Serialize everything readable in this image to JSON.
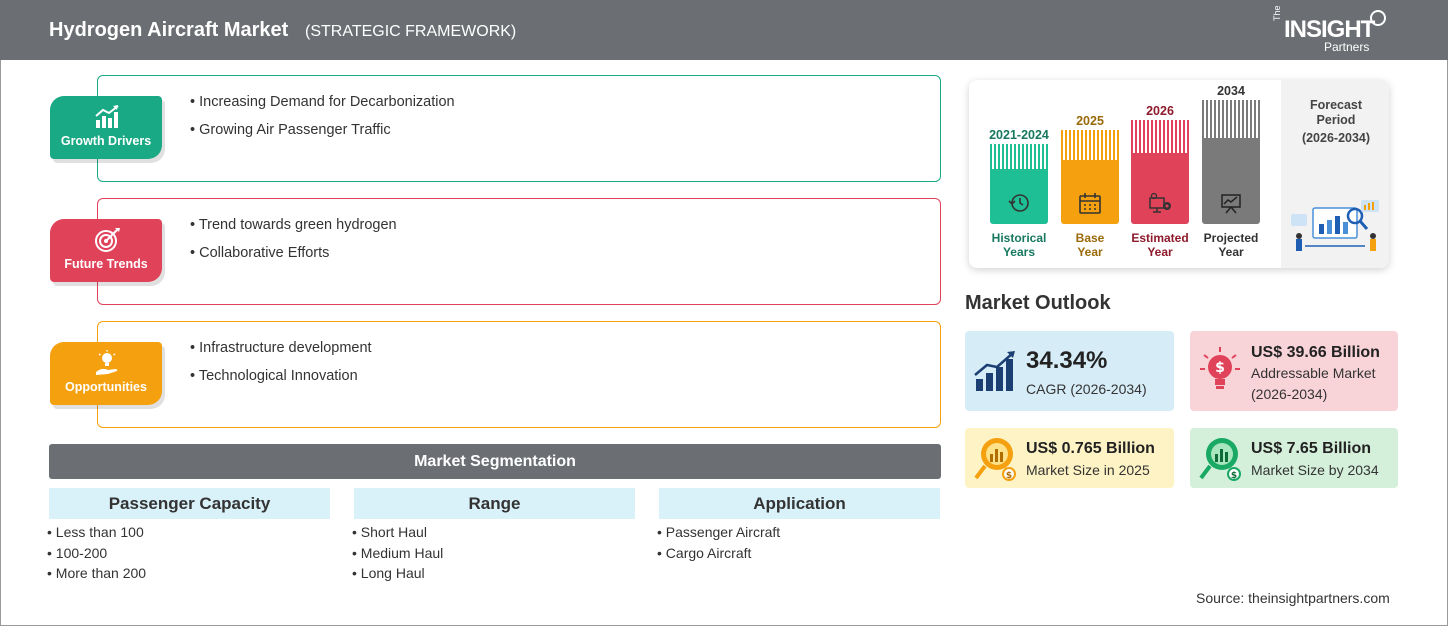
{
  "header": {
    "title": "Hydrogen Aircraft Market",
    "subtitle": "(STRATEGIC FRAMEWORK)",
    "logo": {
      "the": "The",
      "insight": "INSIGHT",
      "partners": "Partners"
    }
  },
  "cards": [
    {
      "label": "Growth Drivers",
      "icon": "growth-chart-icon",
      "color": "#1aa985",
      "items": [
        "Increasing Demand for Decarbonization",
        "Growing Air Passenger Traffic"
      ]
    },
    {
      "label": "Future Trends",
      "icon": "target-icon",
      "color": "#e0425a",
      "items": [
        "Trend towards green hydrogen",
        "Collaborative Efforts"
      ]
    },
    {
      "label": "Opportunities",
      "icon": "lightbulb-hand-icon",
      "color": "#f5a00f",
      "items": [
        "Infrastructure development",
        "Technological Innovation"
      ]
    }
  ],
  "segmentation": {
    "title": "Market Segmentation",
    "columns": [
      {
        "heading": "Passenger Capacity",
        "items": [
          "Less than 100",
          "100-200",
          "More than 200"
        ]
      },
      {
        "heading": "Range",
        "items": [
          "Short Haul",
          "Medium Haul",
          "Long Haul"
        ]
      },
      {
        "heading": "Application",
        "items": [
          "Passenger Aircraft",
          "Cargo Aircraft"
        ]
      }
    ]
  },
  "timeline": {
    "columns": [
      {
        "year": "2021-2024",
        "caption_1": "Historical",
        "caption_2": "Years",
        "color": "#1fbf95",
        "text_color": "#17795f",
        "icon": "history-clock-icon"
      },
      {
        "year": "2025",
        "caption_1": "Base",
        "caption_2": "Year",
        "color": "#f5a00f",
        "text_color": "#9a6a0a",
        "icon": "calendar-icon"
      },
      {
        "year": "2026",
        "caption_1": "Estimated",
        "caption_2": "Year",
        "color": "#e0425a",
        "text_color": "#8e1a2c",
        "icon": "gears-monitor-icon"
      },
      {
        "year": "2034",
        "caption_1": "Projected",
        "caption_2": "Year",
        "color": "#7a7a7a",
        "text_color": "#333333",
        "icon": "presentation-chart-icon"
      }
    ],
    "forecast": {
      "line1": "Forecast",
      "line2": "Period",
      "line3": "(2026-2034)"
    }
  },
  "outlook": {
    "title": "Market Outlook",
    "cagr": {
      "value": "34.34%",
      "label": "CAGR (2026-2034)",
      "bg": "#d6ecf7",
      "icon": "rising-bars-icon"
    },
    "addressable": {
      "value": "US$ 39.66 Billion",
      "label_1": "Addressable Market",
      "label_2": "(2026-2034)",
      "bg": "#f8d3d8",
      "icon": "dollar-bulb-icon"
    },
    "size_2025": {
      "value": "US$ 0.765 Billion",
      "label": "Market Size in 2025",
      "bg": "#fdf3c4",
      "icon": "magnifier-chart-icon"
    },
    "size_2034": {
      "value": "US$ 7.65 Billion",
      "label": "Market Size by 2034",
      "bg": "#d4f0da",
      "icon": "magnifier-chart-icon"
    }
  },
  "source": "Source: theinsightpartners.com"
}
